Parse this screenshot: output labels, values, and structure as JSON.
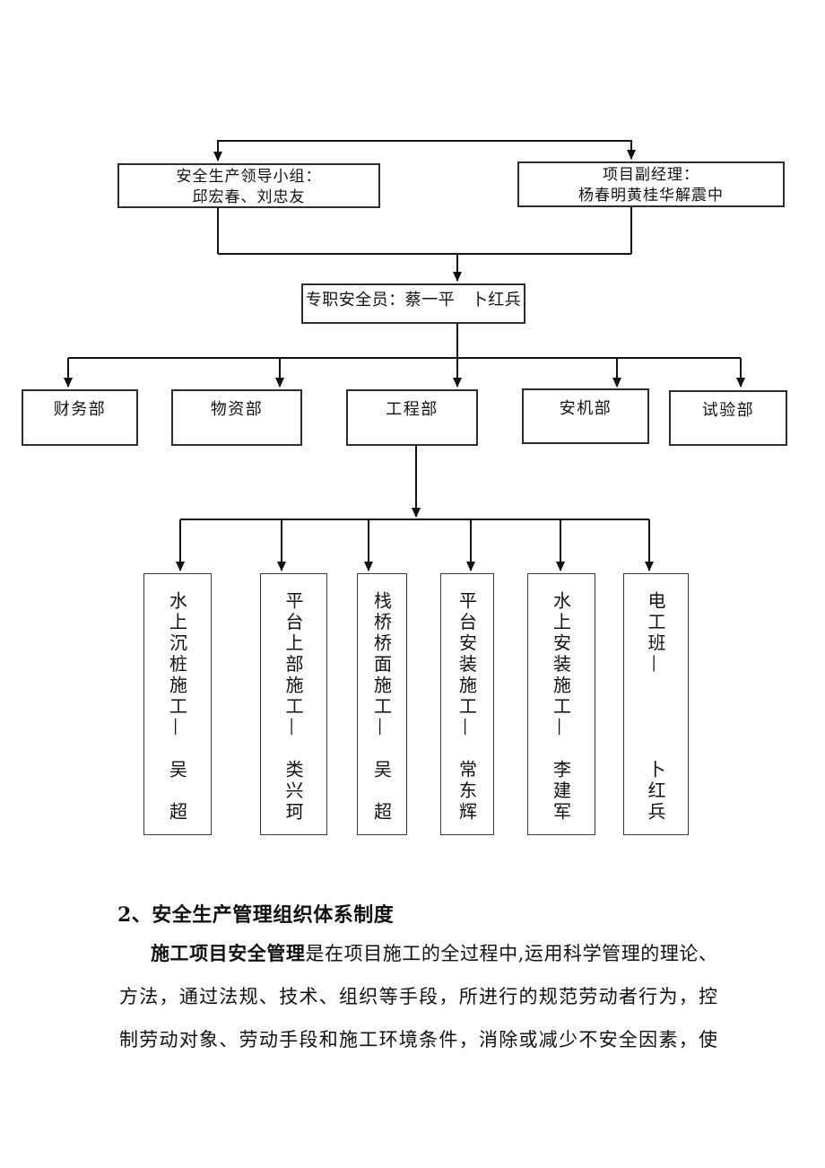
{
  "org_chart": {
    "leadership_box": {
      "line1": "安全生产领导小组：",
      "line2": "邱宏春、刘忠友"
    },
    "deputy_manager_box": {
      "line1": "项目副经理：",
      "line2": "杨春明黄桂华解震中"
    },
    "safety_officer_box": {
      "label": "专职安全员：蔡一平　卜红兵"
    },
    "departments": [
      "财务部",
      "物资部",
      "工程部",
      "安机部",
      "试验部"
    ],
    "teams": [
      "水上沉桩施工—　吴　超",
      "平台上部施工—　类兴珂",
      "栈桥桥面施工—　吴　超",
      "平台安装施工—　常东辉",
      "水上安装施工—　李建军",
      "电工班—　　　　卜红兵"
    ]
  },
  "section": {
    "heading": "2、安全生产管理组织体系制度",
    "paragraph": {
      "lead": "施工项目安全管理",
      "line1_rest": "是在项目施工的全过程中,运用科学管理的理论、",
      "line2": "方法，通过法规、技术、组织等手段，所进行的规范劳动者行为，控",
      "line3": "制劳动对象、劳动手段和施工环境条件，消除或减少不安全因素，使"
    }
  },
  "colors": {
    "line": "#111111",
    "border": "#2d2d2d",
    "background": "#ffffff"
  }
}
